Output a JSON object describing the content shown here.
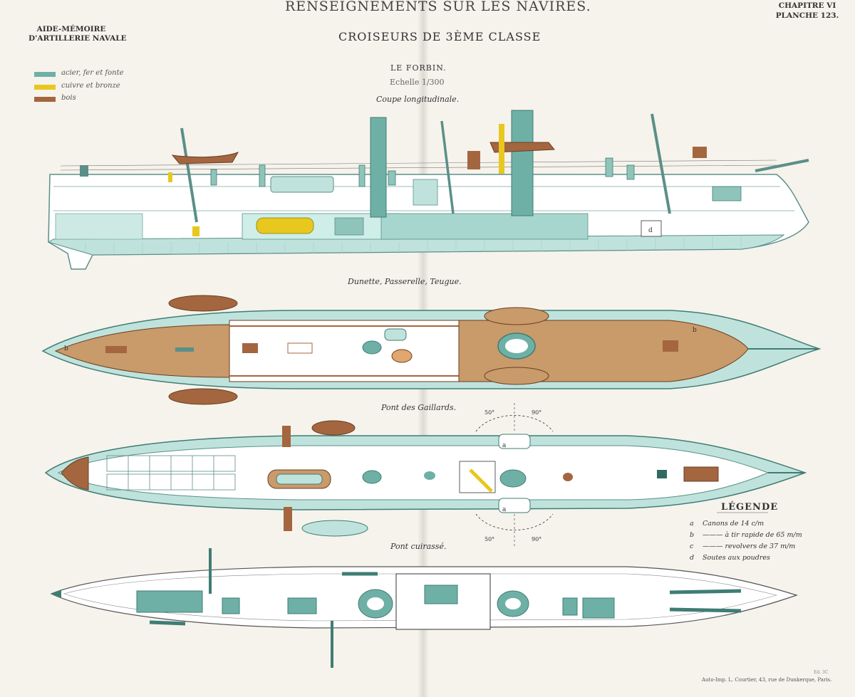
{
  "header": {
    "banner": "RENSEIGNEMENTS SUR LES NAVIRES.",
    "left_line1": "AIDE-MÉMOIRE",
    "left_line2": "D'ARTILLERIE NAVALE",
    "right_line1": "CHAPITRE VI",
    "right_line2": "PLANCHE 123."
  },
  "title": {
    "class": "CROISEURS DE 3ÈME CLASSE",
    "ship": "LE FORBIN.",
    "scale": "Echelle 1/300"
  },
  "material_legend": [
    {
      "label": "acier, fer et fonte",
      "color": "#6fb0a6"
    },
    {
      "label": "cuivre et bronze",
      "color": "#e8c81e"
    },
    {
      "label": "bois",
      "color": "#a4663f"
    }
  ],
  "views": {
    "section": "Coupe longitudinale.",
    "upper_decks": "Dunette,   Passerelle,   Teugue.",
    "main_deck": "Pont des Gaillards.",
    "armoured_deck": "Pont cuirassé."
  },
  "arc_labels": [
    "50°",
    "90°",
    "50°",
    "90°"
  ],
  "deck_marks": [
    "a",
    "a",
    "b",
    "b",
    "d"
  ],
  "key": {
    "title": "LÉGENDE",
    "items": [
      {
        "key": "a",
        "text": "Canons de 14 c/m"
      },
      {
        "key": "b",
        "text": "——— à tir rapide de 65 m/m"
      },
      {
        "key": "c",
        "text": "——— revolvers de 37 m/m"
      },
      {
        "key": "d",
        "text": "Soutes aux poudres"
      }
    ]
  },
  "imprint": "Auto-Imp. L. Courtier, 43, rue de Dunkerque, Paris.",
  "corner_note": "Ed. 3C"
}
